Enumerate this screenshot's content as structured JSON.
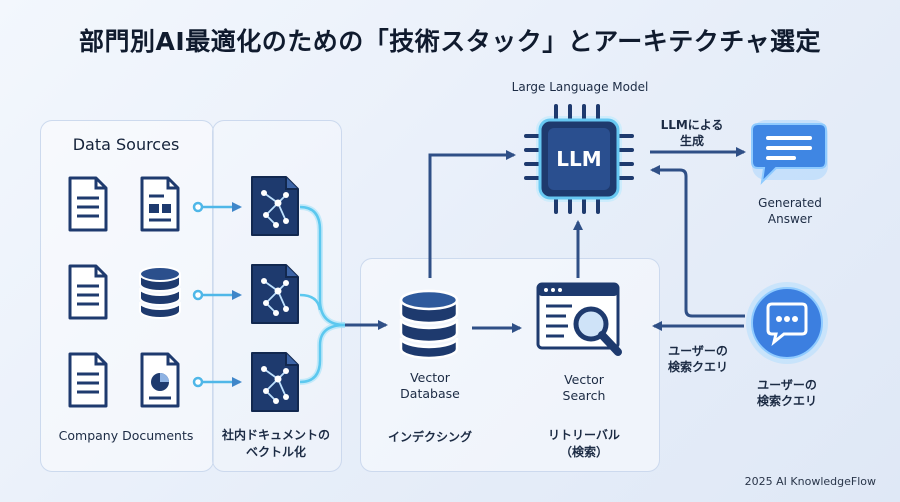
{
  "title": "部門別AI最適化のための「技術スタック」とアーキテクチャ選定",
  "sources": {
    "heading": "Data Sources",
    "caption": "Company Documents"
  },
  "vectorize": {
    "caption_line1": "社内ドキュメントの",
    "caption_line2": "ベクトル化"
  },
  "vector_db": {
    "label_line1": "Vector",
    "label_line2": "Database",
    "step": "インデクシング"
  },
  "vector_search": {
    "label_line1": "Vector",
    "label_line2": "Search",
    "step_line1": "リトリーバル",
    "step_line2": "（検索）"
  },
  "llm": {
    "top_label": "Large Language Model",
    "chip_text": "LLM",
    "gen_line1": "LLMによる",
    "gen_line2": "生成"
  },
  "answer": {
    "line1": "Generated",
    "line2": "Answer"
  },
  "query": {
    "arrow_line1": "ユーザーの",
    "arrow_line2": "検索クエリ",
    "icon_line1": "ユーザーの",
    "icon_line2": "検索クエリ"
  },
  "footer": "2025 AI KnowledgeFlow",
  "colors": {
    "dark": "#1e3a6e",
    "arrow": "#2f4f86",
    "cyan": "#52c7ee",
    "accent": "#3a7bd5"
  }
}
